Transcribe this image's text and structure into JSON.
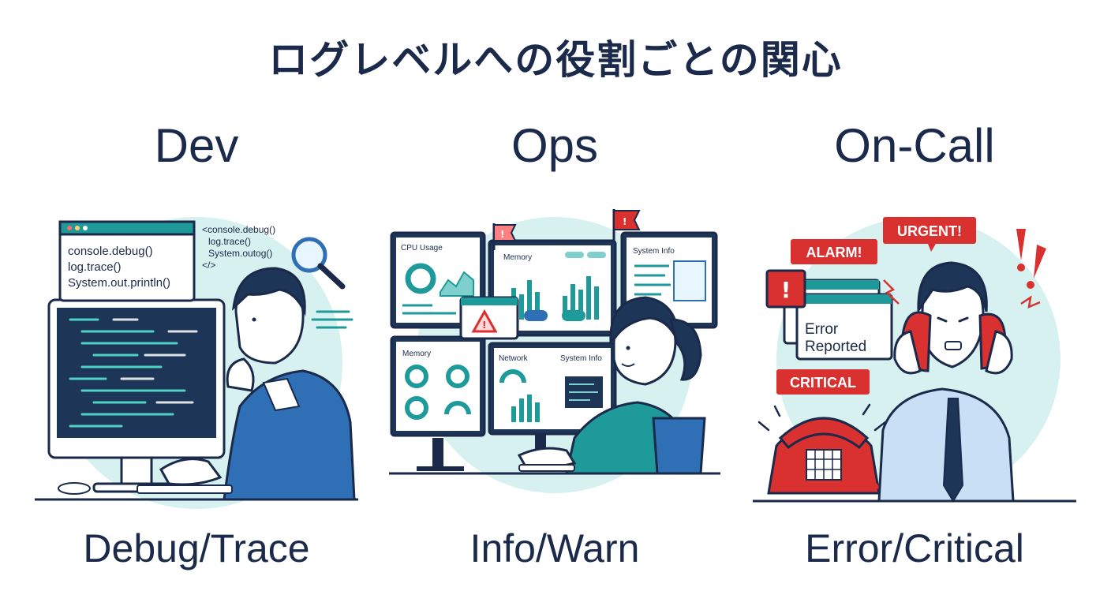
{
  "title": "ログレベルへの役割ごとの関心",
  "columns": [
    {
      "role": "Dev",
      "levels": "Debug/Trace",
      "popup_lines": [
        "console.debug()",
        "log.trace()",
        "System.out.println()"
      ],
      "float_lines": [
        "<console.debug()",
        "log.trace()",
        "System.outog()",
        "</>"
      ]
    },
    {
      "role": "Ops",
      "levels": "Info/Warn",
      "panels": {
        "cpu": "CPU Usage",
        "memory_top": "Memory",
        "system_info_top": "System Info",
        "memory_bottom": "Memory",
        "network": "Network",
        "system_info_bottom": "System Info"
      }
    },
    {
      "role": "On-Call",
      "levels": "Error/Critical",
      "alerts": {
        "alarm": "ALARM!",
        "urgent": "URGENT!",
        "error_line1": "Error",
        "error_line2": "Reported",
        "critical": "CRITICAL"
      }
    }
  ],
  "colors": {
    "navy": "#1b2a4a",
    "teal": "#1f9a9a",
    "blue": "#2f6fb5",
    "light_teal_bg": "#d7f0f0",
    "red": "#d93030"
  }
}
